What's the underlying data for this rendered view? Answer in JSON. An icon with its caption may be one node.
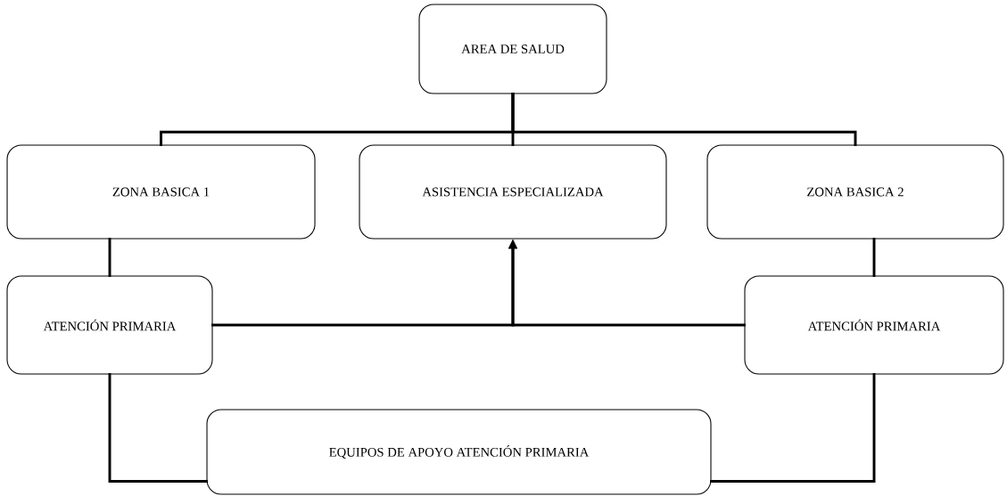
{
  "diagram": {
    "nodes": [
      {
        "text": [
          "AREA DE SALUD"
        ]
      },
      {
        "text": [
          "ZONA BASICA 1"
        ]
      },
      {
        "text": [
          "ASISTENCIA ESPECIALIZADA"
        ]
      },
      {
        "text": [
          "ZONA BASICA 2"
        ]
      },
      {
        "text": [
          "ATENCIÓN PRIMARIA"
        ]
      },
      {
        "text": [
          "ATENCIÓN PRIMARIA"
        ]
      },
      {
        "text": [
          "EQUIPOS DE APOYO ATENCIÓN PRIMARIA"
        ]
      }
    ],
    "edges": [
      {
        "from": 0,
        "to": 1,
        "arrow": "none"
      },
      {
        "from": 0,
        "to": 2,
        "arrow": "none"
      },
      {
        "from": 0,
        "to": 3,
        "arrow": "none"
      },
      {
        "from": 1,
        "to": 4,
        "arrow": "none"
      },
      {
        "from": 3,
        "to": 5,
        "arrow": "none"
      },
      {
        "from": 4,
        "to": 2,
        "arrow": "to"
      },
      {
        "from": 5,
        "to": 2,
        "arrow": "to"
      },
      {
        "from": 4,
        "to": 6,
        "arrow": "none"
      },
      {
        "from": 5,
        "to": 6,
        "arrow": "none"
      }
    ]
  }
}
